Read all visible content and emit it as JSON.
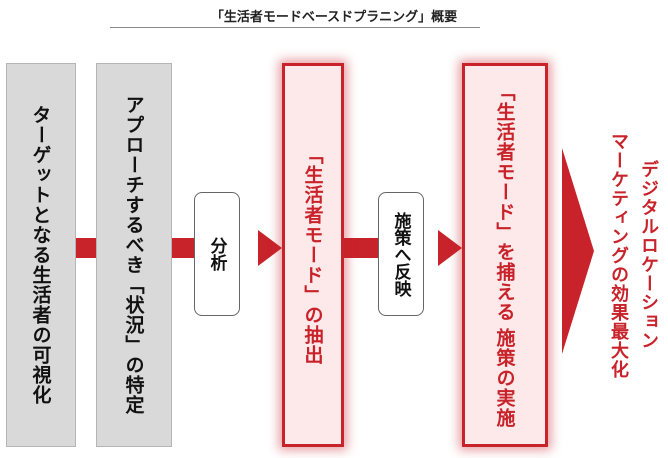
{
  "title": "「生活者モードベースドプラニング」概要",
  "panels": {
    "target_visualization": "ターゲットとなる生活者の可視化",
    "situation_identification": "アプローチするべき「状況」の特定",
    "mode_extraction": "「生活者モード」の抽出",
    "measure_line1": "「生活者モード」を捕える",
    "measure_line2": "施策の実施"
  },
  "connectors": {
    "analysis": "分析",
    "reflect": "施策へ反映"
  },
  "result": {
    "line1": "デジタルロケーション",
    "line2": "マーケティングの効果最大化"
  },
  "colors": {
    "accent": "#c8222a",
    "gray_panel": "#d9d9d9",
    "highlight_panel": "#fde9e9"
  }
}
